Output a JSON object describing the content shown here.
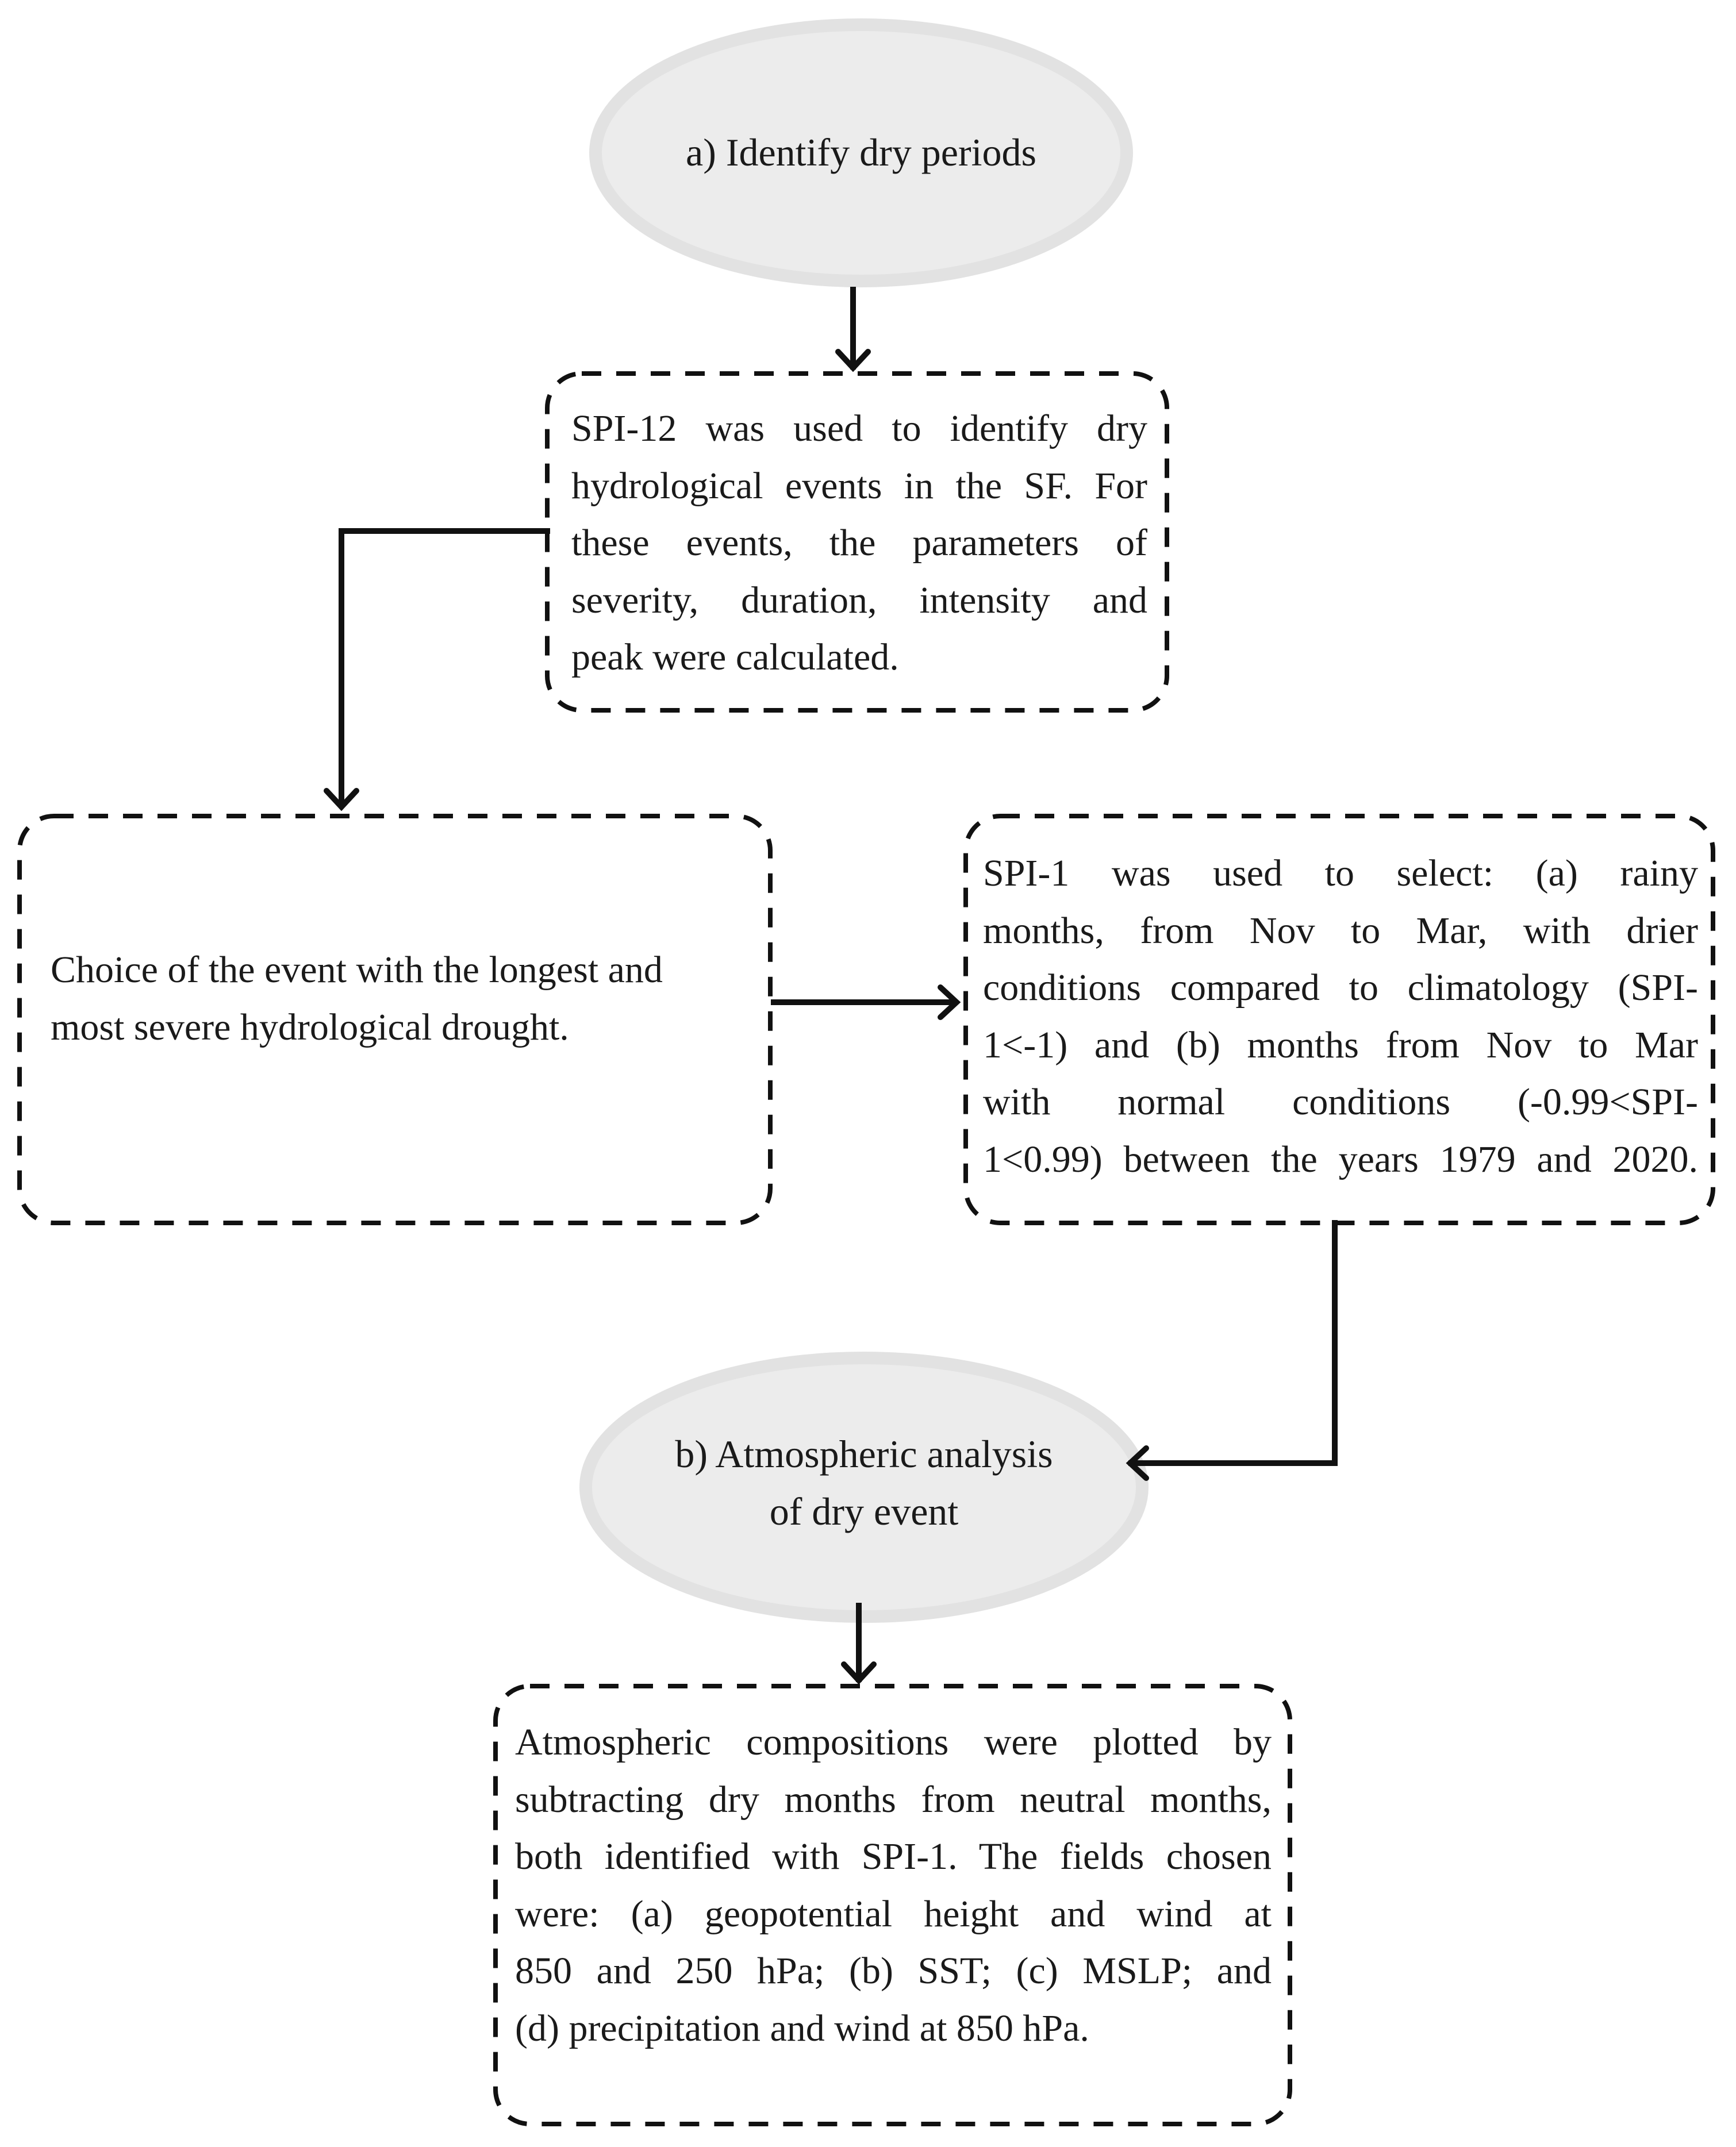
{
  "nodes": {
    "identify": {
      "lines": [
        "a) Identify dry periods"
      ]
    },
    "spi12": {
      "lines": [
        "SPI-12 was used to identify dry",
        "hydrological events in the SF. For",
        "these events, the parameters of",
        "severity, duration, intensity and",
        "peak were calculated."
      ]
    },
    "choice": {
      "lines": [
        "Choice of the event with the longest and",
        "most severe hydrological drought."
      ]
    },
    "spi1": {
      "lines": [
        "SPI-1 was used to select: (a) rainy",
        "months, from Nov to Mar, with drier",
        "conditions compared to climatology (SPI-",
        "1<-1) and (b) months from Nov to Mar",
        "with normal conditions (-0.99<SPI-",
        "1<0.99) between the years 1979 and 2020."
      ]
    },
    "atmospheric": {
      "lines": [
        "b) Atmospheric analysis",
        "of dry event"
      ]
    },
    "compositions": {
      "lines": [
        "Atmospheric compositions were plotted by",
        "subtracting dry months from neutral months,",
        "both identified with SPI-1. The fields chosen",
        "were: (a) geopotential height and wind at",
        "850 and 250 hPa; (b) SST; (c) MSLP; and",
        "(d) precipitation and wind at 850 hPa."
      ]
    }
  },
  "colors": {
    "ellipse_fill": "#ececec",
    "ellipse_stroke": "#e2e2e2",
    "line": "#111111",
    "text": "#1a1a1a"
  }
}
